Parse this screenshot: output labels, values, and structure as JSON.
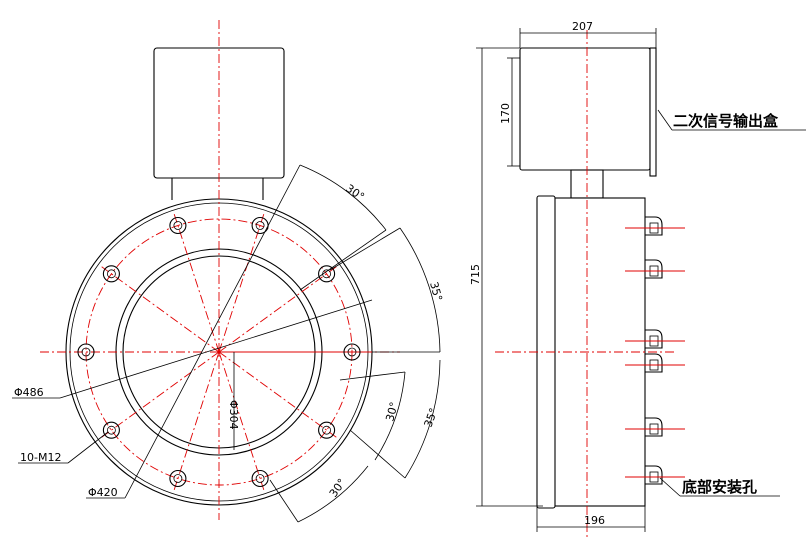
{
  "front_view": {
    "dim_outer": "Φ486",
    "dim_bolt_circle": "Φ420",
    "dim_inner": "Φ304",
    "dim_bolts": "10-M12",
    "angles": [
      "30°",
      "35°",
      "30°",
      "35°",
      "30°"
    ]
  },
  "side_view": {
    "dim_box_width": "207",
    "dim_box_height": "170",
    "dim_total_height": "715",
    "dim_body_width": "196",
    "label_signal_box": "二次信号输出盒",
    "label_mount_holes": "底部安装孔"
  }
}
